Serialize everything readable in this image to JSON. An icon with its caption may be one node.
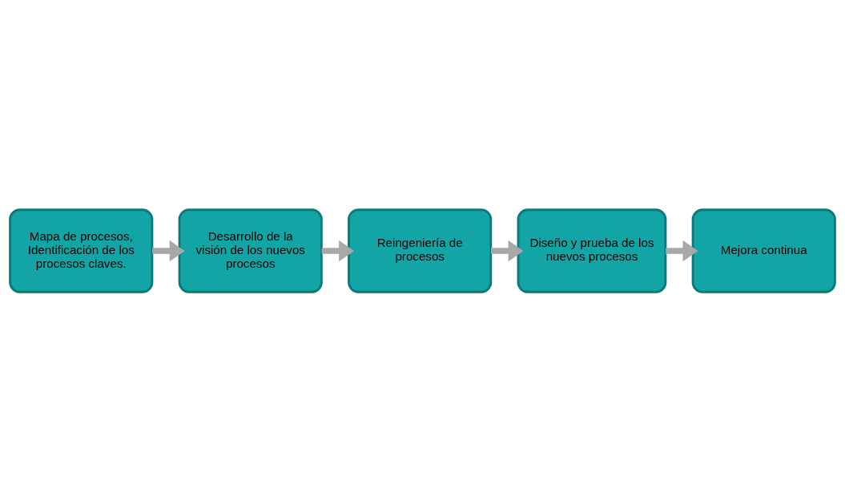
{
  "diagram": {
    "nodes": [
      {
        "text": [
          "Mapa de procesos, Identificación de los procesos claves."
        ]
      },
      {
        "text": [
          "Desarrollo de la visión de los nuevos procesos"
        ]
      },
      {
        "text": [
          "Reingeniería de procesos"
        ]
      },
      {
        "text": [
          "Diseño y prueba de los nuevos procesos"
        ]
      },
      {
        "text": [
          "Mejora continua"
        ]
      }
    ],
    "edges": [
      {
        "from": 0,
        "to": 1,
        "arrow": "to"
      },
      {
        "from": 1,
        "to": 2,
        "arrow": "to"
      },
      {
        "from": 2,
        "to": 3,
        "arrow": "to"
      },
      {
        "from": 3,
        "to": 4,
        "arrow": "to"
      }
    ]
  }
}
